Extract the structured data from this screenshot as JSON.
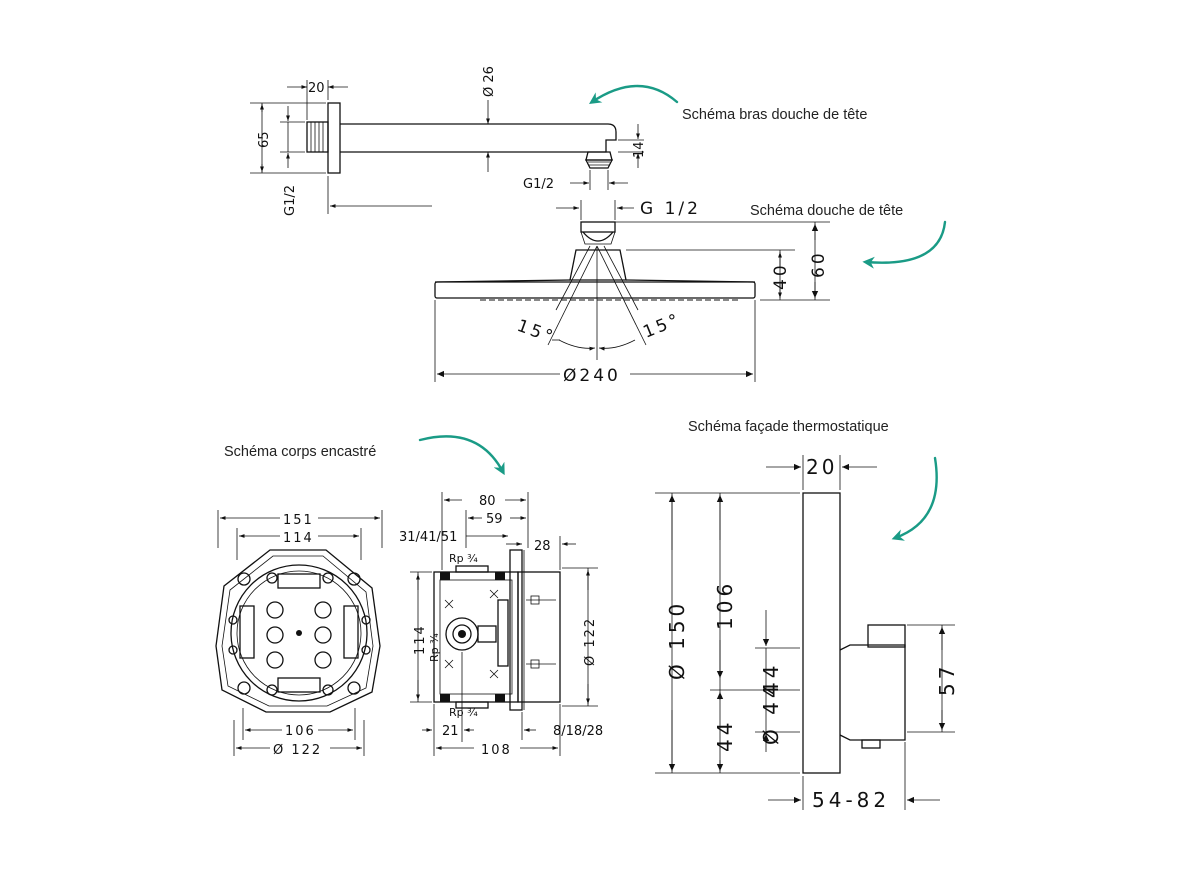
{
  "captions": {
    "arm": "Schéma bras douche de tête",
    "head": "Schéma douche de tête",
    "body": "Schéma corps encastré",
    "facade": "Schéma façade thermostatique"
  },
  "arm": {
    "d20": "20",
    "d26": "Ø 26",
    "d65": "65",
    "d14": "14",
    "g12a": "G1/2",
    "g12b": "G1/2"
  },
  "head": {
    "g12": "G 1/2",
    "d40": "40",
    "d60": "60",
    "a1": "15°",
    "a2": "15°",
    "d240": "Ø240"
  },
  "body": {
    "d151": "151",
    "d114": "114",
    "d106": "106",
    "d122": "Ø 122",
    "d80": "80",
    "d59": "59",
    "d314151": "31/41/51",
    "d28": "28",
    "rp1": "Rp ¾",
    "rp2": "Rp ¾",
    "rp3": "Rp ¾",
    "d114v": "114",
    "d122v": "Ø 122",
    "d21": "21",
    "d108": "108",
    "d81828": "8/18/28"
  },
  "facade": {
    "d20": "20",
    "d150": "Ø 150",
    "d106": "106",
    "d44a": "44",
    "d44b": "44",
    "d44c": "Ø 44",
    "d57": "57",
    "d5482": "54-82"
  }
}
